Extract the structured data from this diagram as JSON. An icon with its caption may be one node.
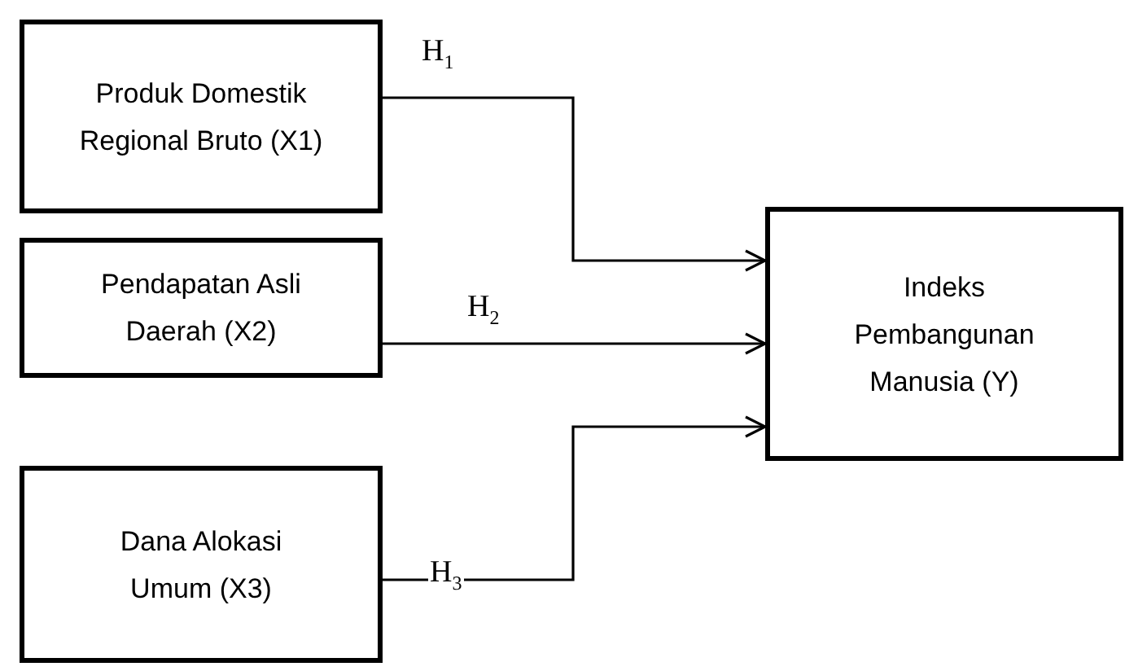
{
  "diagram": {
    "nodes": [
      {
        "text": [
          "Produk Domestik Regional Bruto (X1)"
        ]
      },
      {
        "text": [
          "Pendapatan Asli Daerah (X2)"
        ]
      },
      {
        "text": [
          "Dana Alokasi Umum (X3)"
        ]
      },
      {
        "text": [
          "Indeks Pembangunan Manusia (Y)"
        ]
      }
    ],
    "edges": [
      {
        "from": 0,
        "to": 3,
        "arrow": "to",
        "label": "H$_{1}$"
      },
      {
        "from": 1,
        "to": 3,
        "arrow": "to",
        "label": "H$_{2}$"
      },
      {
        "from": 2,
        "to": 3,
        "arrow": "to",
        "label": "H$_{3}$"
      }
    ]
  }
}
